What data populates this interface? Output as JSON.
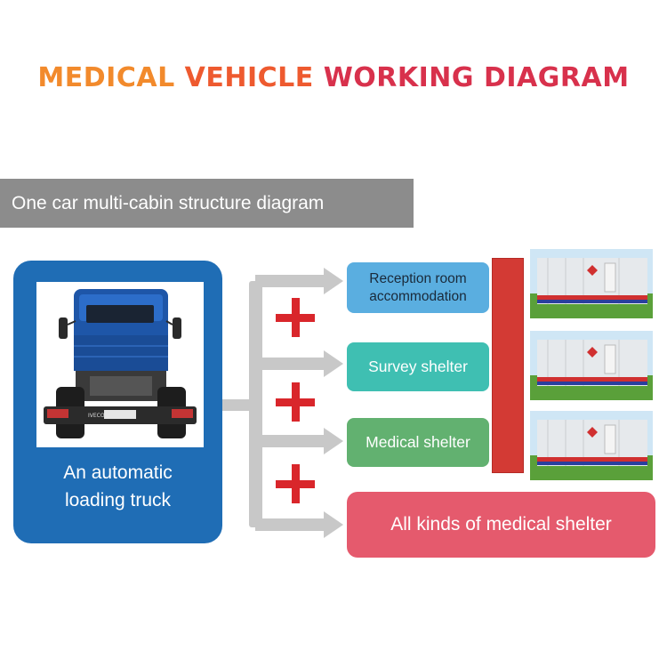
{
  "title": {
    "part1": "MEDICAL",
    "part2": "VEHICLE",
    "part3": "WORKING DIAGRAM"
  },
  "section_label": "One car multi-cabin structure diagram",
  "truck": {
    "caption_line1": "An automatic",
    "caption_line2": "loading truck",
    "brand": "IVECO"
  },
  "modules": {
    "reception_line1": "Reception room",
    "reception_line2": "accommodation",
    "survey": "Survey shelter",
    "medical": "Medical shelter",
    "all": "All kinds of medical shelter"
  },
  "colors": {
    "truck_panel": "#1f6db5",
    "reception": "#5aaee0",
    "survey": "#3fbfb2",
    "medical": "#62b170",
    "all": "#e55a6d",
    "plus": "#d9262b",
    "bar": "#d33a34",
    "arrow": "#c8c8c8"
  },
  "icons": [
    "plus-icon",
    "arrow-right-icon"
  ]
}
